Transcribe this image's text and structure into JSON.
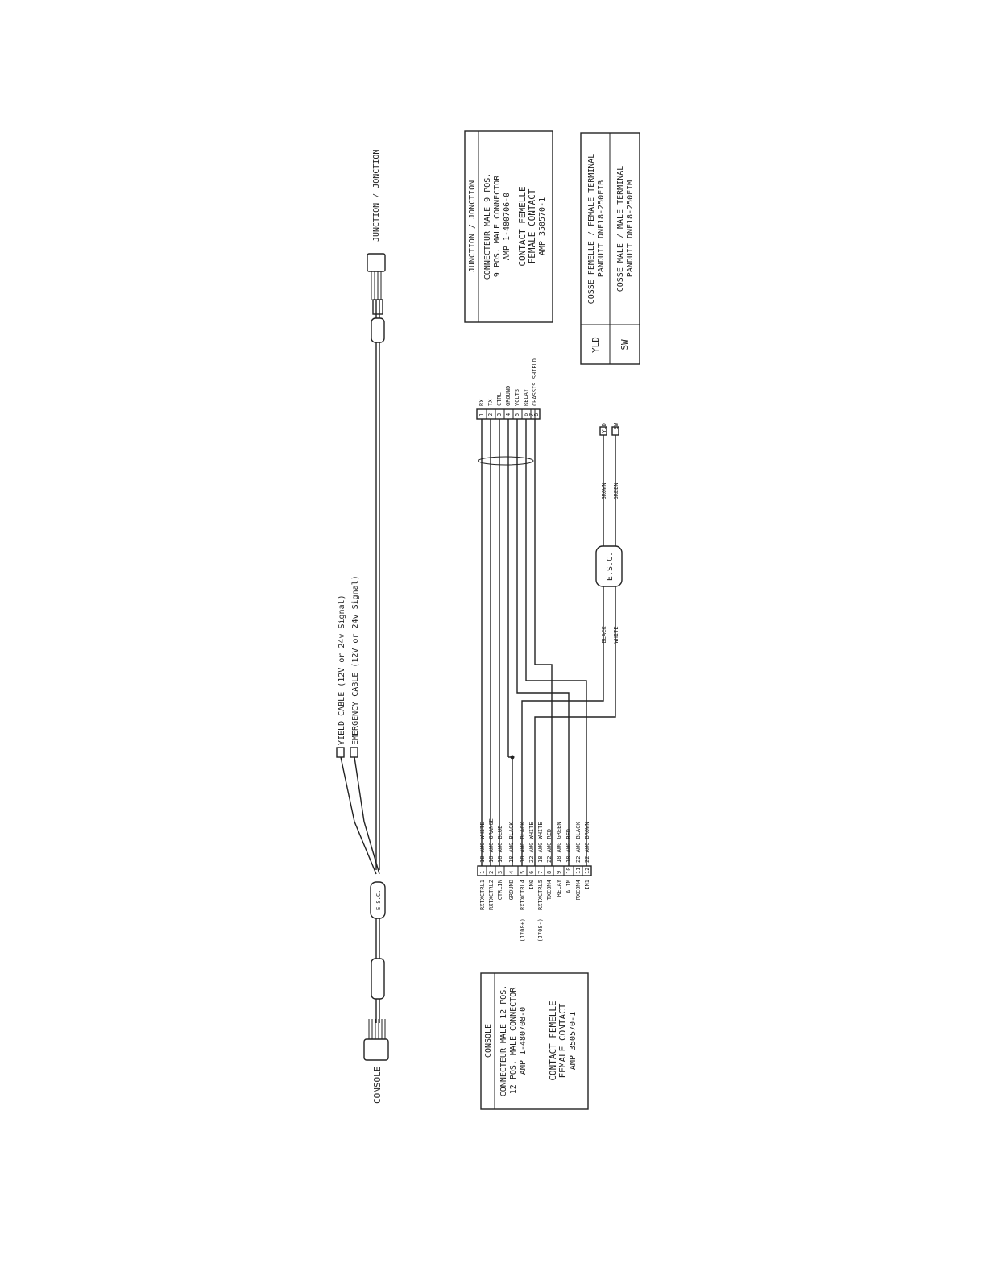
{
  "overview": {
    "console_label": "CONSOLE",
    "junction_label": "JUNCTION / JONCTION",
    "esc_label": "E.S.C.",
    "yield_cable_label": "YIELD CABLE (12V or 24v Signal)",
    "emergency_cable_label": "EMERGENCY CABLE (12V or 24v Signal)"
  },
  "console_pins": [
    {
      "num": "1",
      "signal": "RXTXCTRL1",
      "wire": "18 AWG WHITE"
    },
    {
      "num": "2",
      "signal": "RXTXCTRL2",
      "wire": "18 AWG ORANGE"
    },
    {
      "num": "3",
      "signal": "CTRLIN",
      "wire": "18 AWG BLUE"
    },
    {
      "num": "4",
      "signal": "GROUND",
      "wire": "18 AWG BLACK"
    },
    {
      "num": "5",
      "signal": "RXTXCTRL4",
      "wire": "18 AWG BLACK"
    },
    {
      "num": "6",
      "signal": "IN0",
      "wire": "22 AWG WHITE"
    },
    {
      "num": "7",
      "signal": "RXTXCTRL5",
      "wire": "18 AWG WHITE"
    },
    {
      "num": "8",
      "signal": "TXCOM4",
      "wire": "22 AWG RED"
    },
    {
      "num": "9",
      "signal": "RELAY",
      "wire": "18 AWG GREEN"
    },
    {
      "num": "10",
      "signal": "ALIM",
      "wire": "18 AWG RED"
    },
    {
      "num": "11",
      "signal": "RXCOM4",
      "wire": "22 AWG BLACK"
    },
    {
      "num": "12",
      "signal": "IN1",
      "wire": "22 AWG BROWN"
    }
  ],
  "console_pin_notes": {
    "j708_plus": "(J708+)",
    "j708_minus": "(J708-)"
  },
  "junction_pins": [
    {
      "num": "1",
      "signal": "RX"
    },
    {
      "num": "2",
      "signal": "TX"
    },
    {
      "num": "3",
      "signal": "CTRL"
    },
    {
      "num": "4",
      "signal": "GROUND"
    },
    {
      "num": "5",
      "signal": "VOLTS"
    },
    {
      "num": "6",
      "signal": "RELAY"
    },
    {
      "num": "7",
      "signal": "CHASSIS SHIELD"
    },
    {
      "num": "8",
      "signal": ""
    }
  ],
  "esc_wires": {
    "in_a": "BLACK",
    "in_b": "WHITE",
    "out_a": "BROWN",
    "out_b": "GREEN",
    "term_a": "YLD",
    "term_b": "SW"
  },
  "junction_box": {
    "title": "JUNCTION / JONCTION",
    "line1": "CONNECTEUR MALE 9 POS.",
    "line2": "9 POS. MALE CONNECTOR",
    "line3": "AMP 1-480706-0",
    "line4": "CONTACT FEMELLE",
    "line5": "FEMALE CONTACT",
    "line6": "AMP 350570-1"
  },
  "terminal_box": {
    "row1_code": "YLD",
    "row1_line1": "COSSE FEMELLE / FEMALE TERMINAL",
    "row1_line2": "PANDUIT DNF18-250FIB",
    "row2_code": "SW",
    "row2_line1": "COSSE MALE / MALE TERMINAL",
    "row2_line2": "PANDUIT DNF18-250FIM"
  },
  "console_box": {
    "title": "CONSOLE",
    "line1": "CONNECTEUR MALE 12 POS.",
    "line2": "12 POS. MALE CONNECTOR",
    "line3": "AMP 1-480708-0",
    "line4": "CONTACT FEMELLE",
    "line5": "FEMALE CONTACT",
    "line6": "AMP 350570-1"
  }
}
